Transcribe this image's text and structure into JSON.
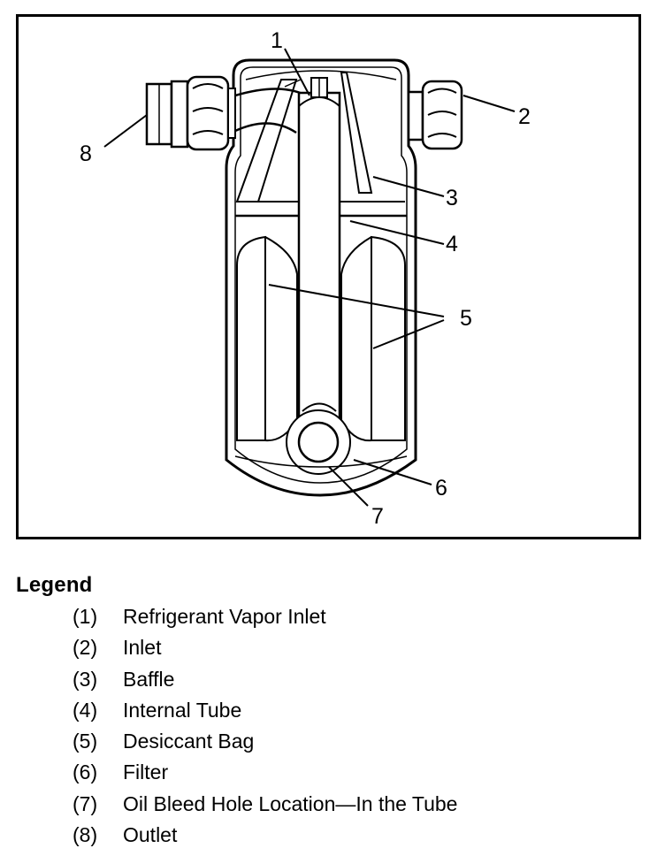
{
  "figure": {
    "callouts": [
      "1",
      "2",
      "3",
      "4",
      "5",
      "6",
      "7",
      "8"
    ]
  },
  "legend": {
    "title": "Legend",
    "items": [
      {
        "number": "(1)",
        "label": "Refrigerant Vapor Inlet"
      },
      {
        "number": "(2)",
        "label": "Inlet"
      },
      {
        "number": "(3)",
        "label": "Baffle"
      },
      {
        "number": "(4)",
        "label": "Internal Tube"
      },
      {
        "number": "(5)",
        "label": "Desiccant Bag"
      },
      {
        "number": "(6)",
        "label": "Filter"
      },
      {
        "number": "(7)",
        "label": "Oil Bleed Hole Location—In the Tube"
      },
      {
        "number": "(8)",
        "label": "Outlet"
      }
    ]
  }
}
